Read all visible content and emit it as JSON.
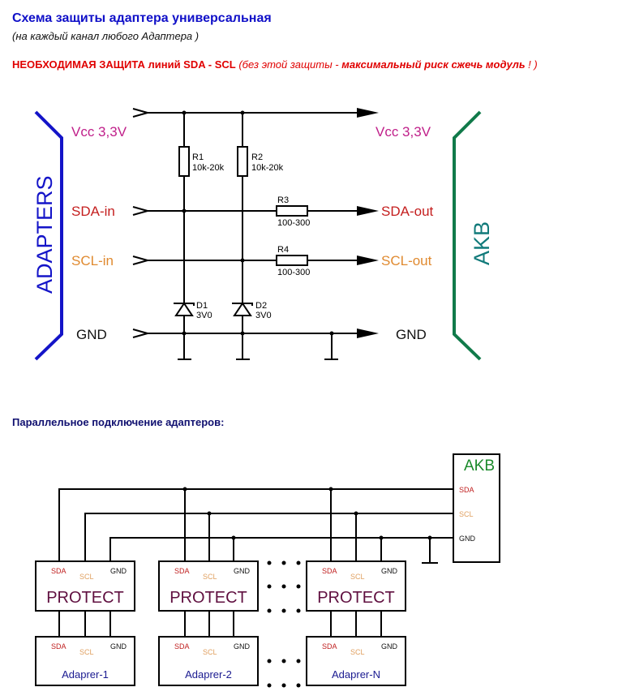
{
  "header": {
    "title": "Схема защиты адаптера универсальная",
    "subtitle": "(на каждый канал любого Адаптера )",
    "warning": {
      "part1": "НЕОБХОДИМАЯ ЗАЩИТА линий SDA - SCL",
      "part2": " (без этой защиты - ",
      "part3": "максимальный риск сжечь модуль",
      "part4": " ! )"
    }
  },
  "schematic": {
    "left_bracket_label": "ADAPTERS",
    "right_bracket_label": "AKB",
    "left_signals": {
      "vcc": "Vcc 3,3V",
      "sda": "SDA-in",
      "scl": "SCL-in",
      "gnd": "GND"
    },
    "right_signals": {
      "vcc": "Vcc 3,3V",
      "sda": "SDA-out",
      "scl": "SCL-out",
      "gnd": "GND"
    },
    "components": {
      "r1": {
        "name": "R1",
        "value": "10k-20k"
      },
      "r2": {
        "name": "R2",
        "value": "10k-20k"
      },
      "r3": {
        "name": "R3",
        "value": "100-300"
      },
      "r4": {
        "name": "R4",
        "value": "100-300"
      },
      "d1": {
        "name": "D1",
        "value": "3V0"
      },
      "d2": {
        "name": "D2",
        "value": "3V0"
      }
    },
    "colors": {
      "adapters_bracket": "#1414c8",
      "akb_bracket": "#117a4a",
      "vcc": "#c0208a",
      "sda": "#c41e1e",
      "scl": "#e08a30",
      "gnd": "#111111"
    }
  },
  "parallel": {
    "section_title": "Параллельное подключение адаптеров:",
    "akb": {
      "label": "AKB",
      "pins": [
        "SDA",
        "SCL",
        "GND"
      ]
    },
    "protect_label": "PROTECT",
    "pin_labels": {
      "sda": "SDA",
      "scl": "SCL",
      "gnd": "GND"
    },
    "adapters": [
      "Adaprer-1",
      "Adaprer-2",
      "Adaprer-N"
    ],
    "colors": {
      "akb": "#1a8a2a",
      "protect": "#601040",
      "adapter": "#1a1a90",
      "sda": "#c02020",
      "scl": "#e0a060",
      "gnd": "#111111"
    }
  }
}
